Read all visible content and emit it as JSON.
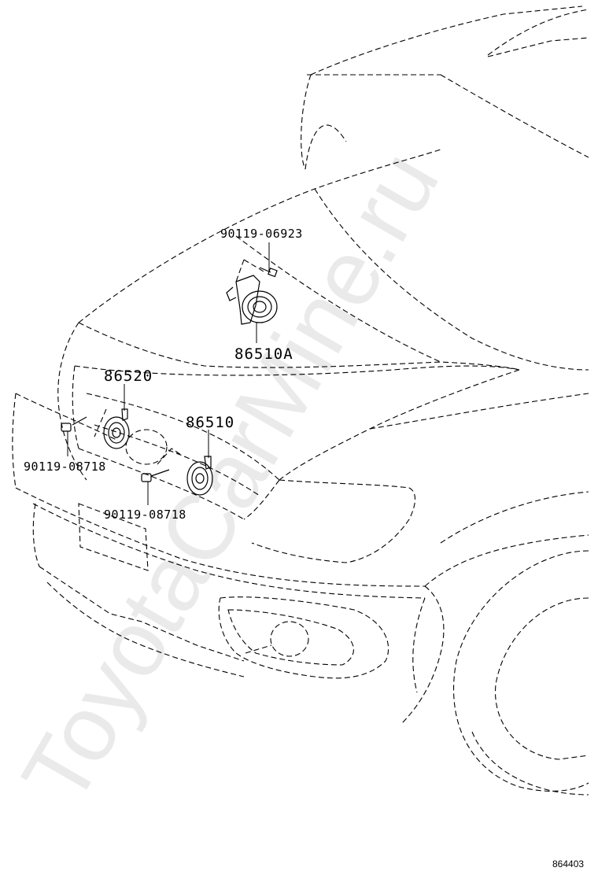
{
  "parts": [
    {
      "id": "p-90119-06923",
      "label": "90119-06923"
    },
    {
      "id": "p-86510A",
      "label": "86510A"
    },
    {
      "id": "p-86520",
      "label": "86520"
    },
    {
      "id": "p-86510",
      "label": "86510"
    },
    {
      "id": "p-90119-08718-left",
      "label": "90119-08718"
    },
    {
      "id": "p-90119-08718-center",
      "label": "90119-08718"
    }
  ],
  "watermark": "ToyotaCarMine.ru",
  "diagram_code": "864403"
}
